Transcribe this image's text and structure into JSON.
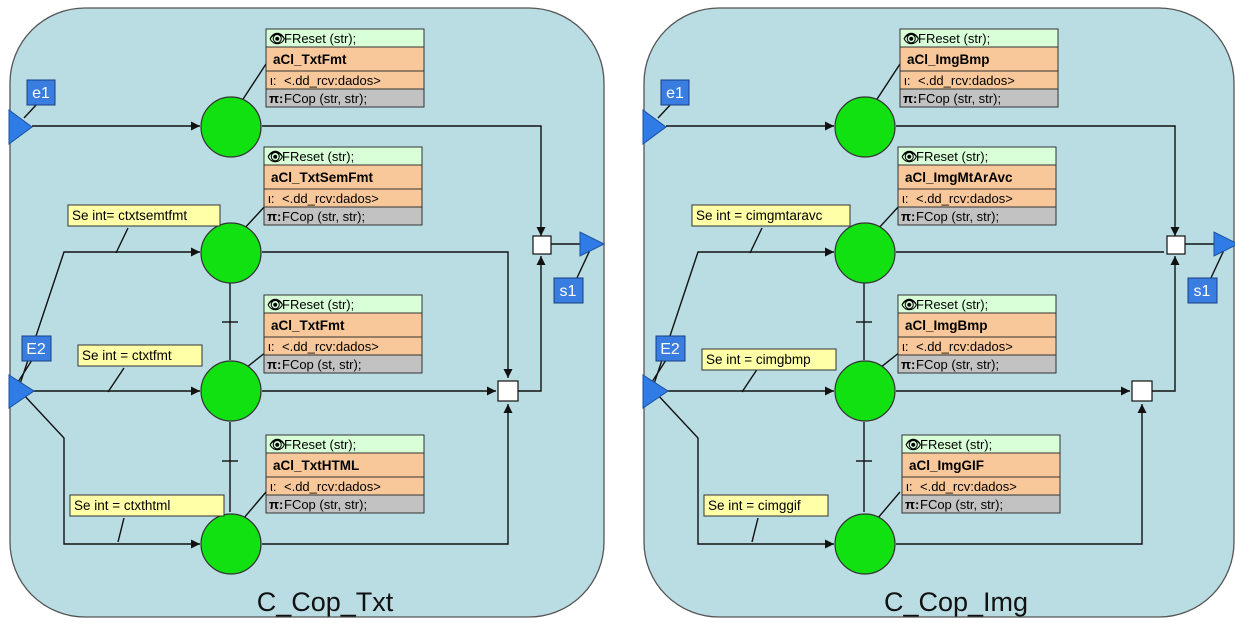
{
  "panels": [
    {
      "title": "C_Cop_Txt",
      "ports": {
        "e1": "e1",
        "E2": "E2",
        "s1": "s1"
      },
      "conditions": [
        "Se int= ctxtsemtfmt",
        "Se int = ctxtfmt",
        "Se int = ctxthtml"
      ],
      "tables": [
        {
          "reset": "FReset (str);",
          "name": "aCl_TxtFmt",
          "var": "<.dd_rcv:dados>",
          "func": "FCop (str, str);"
        },
        {
          "reset": "FReset (str);",
          "name": "aCl_TxtSemFmt",
          "var": "<.dd_rcv:dados>",
          "func": "FCop (str, str);"
        },
        {
          "reset": "FReset (str);",
          "name": "aCl_TxtFmt",
          "var": "<.dd_rcv:dados>",
          "func": "FCop (st, str);"
        },
        {
          "reset": "FReset (str);",
          "name": "aCl_TxtHTML",
          "var": "<.dd_rcv:dados>",
          "func": "FCop (str, str);"
        }
      ]
    },
    {
      "title": "C_Cop_Img",
      "ports": {
        "e1": "e1",
        "E2": "E2",
        "s1": "s1"
      },
      "conditions": [
        "Se int = cimgmtaravc",
        "Se int = cimgbmp",
        "Se int = cimggif"
      ],
      "tables": [
        {
          "reset": "FReset (str);",
          "name": "aCl_ImgBmp",
          "var": "<.dd_rcv:dados>",
          "func": "FCop (str, str);"
        },
        {
          "reset": "FReset (str);",
          "name": "aCl_ImgMtArAvc",
          "var": "<.dd_rcv:dados>",
          "func": "FCop (str, str);"
        },
        {
          "reset": "FReset (str);",
          "name": "aCl_ImgBmp",
          "var": "<.dd_rcv:dados>",
          "func": "FCop (str, str);"
        },
        {
          "reset": "FReset (str);",
          "name": "aCl_ImgGIF",
          "var": "<.dd_rcv:dados>",
          "func": "FCop (str, str);"
        }
      ]
    }
  ],
  "icons": {
    "reset": "eye-icon",
    "var": "iota-icon",
    "func": "pi-icon"
  },
  "colors": {
    "panel": "#b9dde3",
    "place": "#11e011",
    "port": "#2f7ce6",
    "condition": "#ffffa8",
    "reset_row": "#d8ffd8",
    "name_row": "#f8c79a",
    "func_row": "#c2c2c2"
  }
}
